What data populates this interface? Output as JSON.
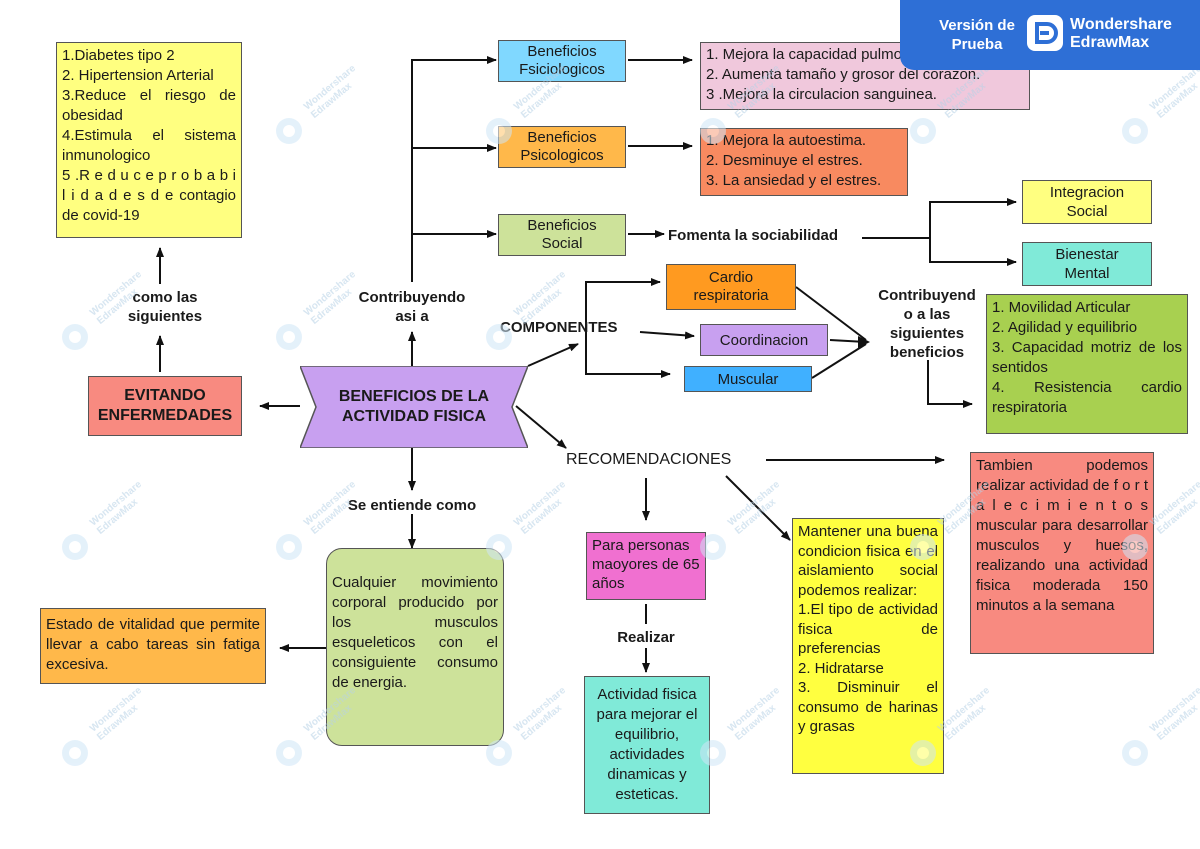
{
  "watermark": {
    "version_line1": "Versión de",
    "version_line2": "Prueba",
    "brand_line1": "Wondershare",
    "brand_line2": "EdrawMax",
    "colors": {
      "badge": "#2e6fd6"
    }
  },
  "central": {
    "line1": "BENEFICIOS DE LA",
    "line2": "ACTIVIDAD FISICA",
    "color": "#c8a0f0"
  },
  "evitando": {
    "line1": "EVITANDO",
    "line2": "ENFERMEDADES",
    "color": "#f88a80"
  },
  "como_las_siguientes": {
    "line1": "como las",
    "line2": "siguientes"
  },
  "enfermedades_list": {
    "items": [
      "1.Diabetes tipo 2",
      "2. Hipertension Arterial",
      "3.Reduce el riesgo de obesidad",
      "4.Estimula el sistema inmunologico",
      "5 .R e d u c e p r o b a b i l i d a d e s d e contagio de covid-19"
    ],
    "color": "#ffff80"
  },
  "contribuyendo": {
    "line1": "Contribuyendo",
    "line2": "asi a"
  },
  "beneficios": {
    "fisiologicos": {
      "line1": "Beneficios",
      "line2": "Fsiciologicos",
      "color": "#80d8ff"
    },
    "psicologicos": {
      "line1": "Beneficios",
      "line2": "Psicologicos",
      "color": "#ffb84a"
    },
    "social": {
      "line1": "Beneficios",
      "line2": "Social",
      "color": "#cde29a"
    }
  },
  "fisiologicos_list": {
    "items": [
      "1. Mejora la capacidad pulmonar",
      "2. Aumenta tamaño y grosor del corazon.",
      "3 .Mejora la circulacion sanguinea."
    ],
    "color": "#f0c8dc"
  },
  "psicologicos_list": {
    "items": [
      "1. Mejora la autoestima.",
      "2. Desminuye el estres.",
      "3. La ansiedad y el estres."
    ],
    "color": "#f88a60"
  },
  "fomenta": "Fomenta la sociabilidad",
  "integracion": {
    "line1": "Integracion",
    "line2": "Social",
    "color": "#ffff80"
  },
  "bienestar": {
    "line1": "Bienestar",
    "line2": "Mental",
    "color": "#80ead8"
  },
  "componentes": "COMPONENTES",
  "cardio": {
    "line1": "Cardio",
    "line2": "respiratoria",
    "color": "#ff9a20"
  },
  "coordinacion": {
    "label": "Coordinacion",
    "color": "#c8a0f0"
  },
  "muscular": {
    "label": "Muscular",
    "color": "#40b0ff"
  },
  "contribuyendo_beneficios": {
    "line1": "Contribuyend",
    "line2": "o a las",
    "line3": "siguientes",
    "line4": "beneficios"
  },
  "componentes_beneficios_list": {
    "items": [
      "1. Movilidad Articular",
      "2. Agilidad y equilibrio",
      "3. Capacidad motriz de los sentidos",
      "4. Resistencia cardio respiratoria"
    ],
    "color": "#a8d050"
  },
  "recomendaciones": "RECOMENDACIONES",
  "tambien": {
    "text": "Tambien podemos realizar actividad de f o r t a l e c i m i e n t o s muscular para desarrollar musculos y huesos, realizando una actividad fisica moderada 150 minutos a la semana",
    "color": "#f88a80"
  },
  "mantener": {
    "intro": "Mantener una buena condicion fisica en el aislamiento social podemos realizar:",
    "items": [
      "1.El tipo de actividad fisica de preferencias",
      "2. Hidratarse",
      "3. Disminuir el consumo de harinas y grasas"
    ],
    "color": "#ffff40"
  },
  "personas_mayores": {
    "text": "Para personas maoyores de 65 años",
    "color": "#f070d0"
  },
  "realizar": "Realizar",
  "actividad_fisica": {
    "text": "Actividad fisica para mejorar el equilibrio, actividades dinamicas y esteticas.",
    "color": "#80ead8"
  },
  "se_entiende": "Se entiende como",
  "cualquier": {
    "text": "Cualquier movimiento corporal producido por los musculos esqueleticos con el consiguiente consumo de energia.",
    "color": "#cde29a"
  },
  "estado": {
    "text": "Estado de vitalidad que permite llevar a cabo tareas sin fatiga excesiva.",
    "color": "#ffb84a"
  }
}
